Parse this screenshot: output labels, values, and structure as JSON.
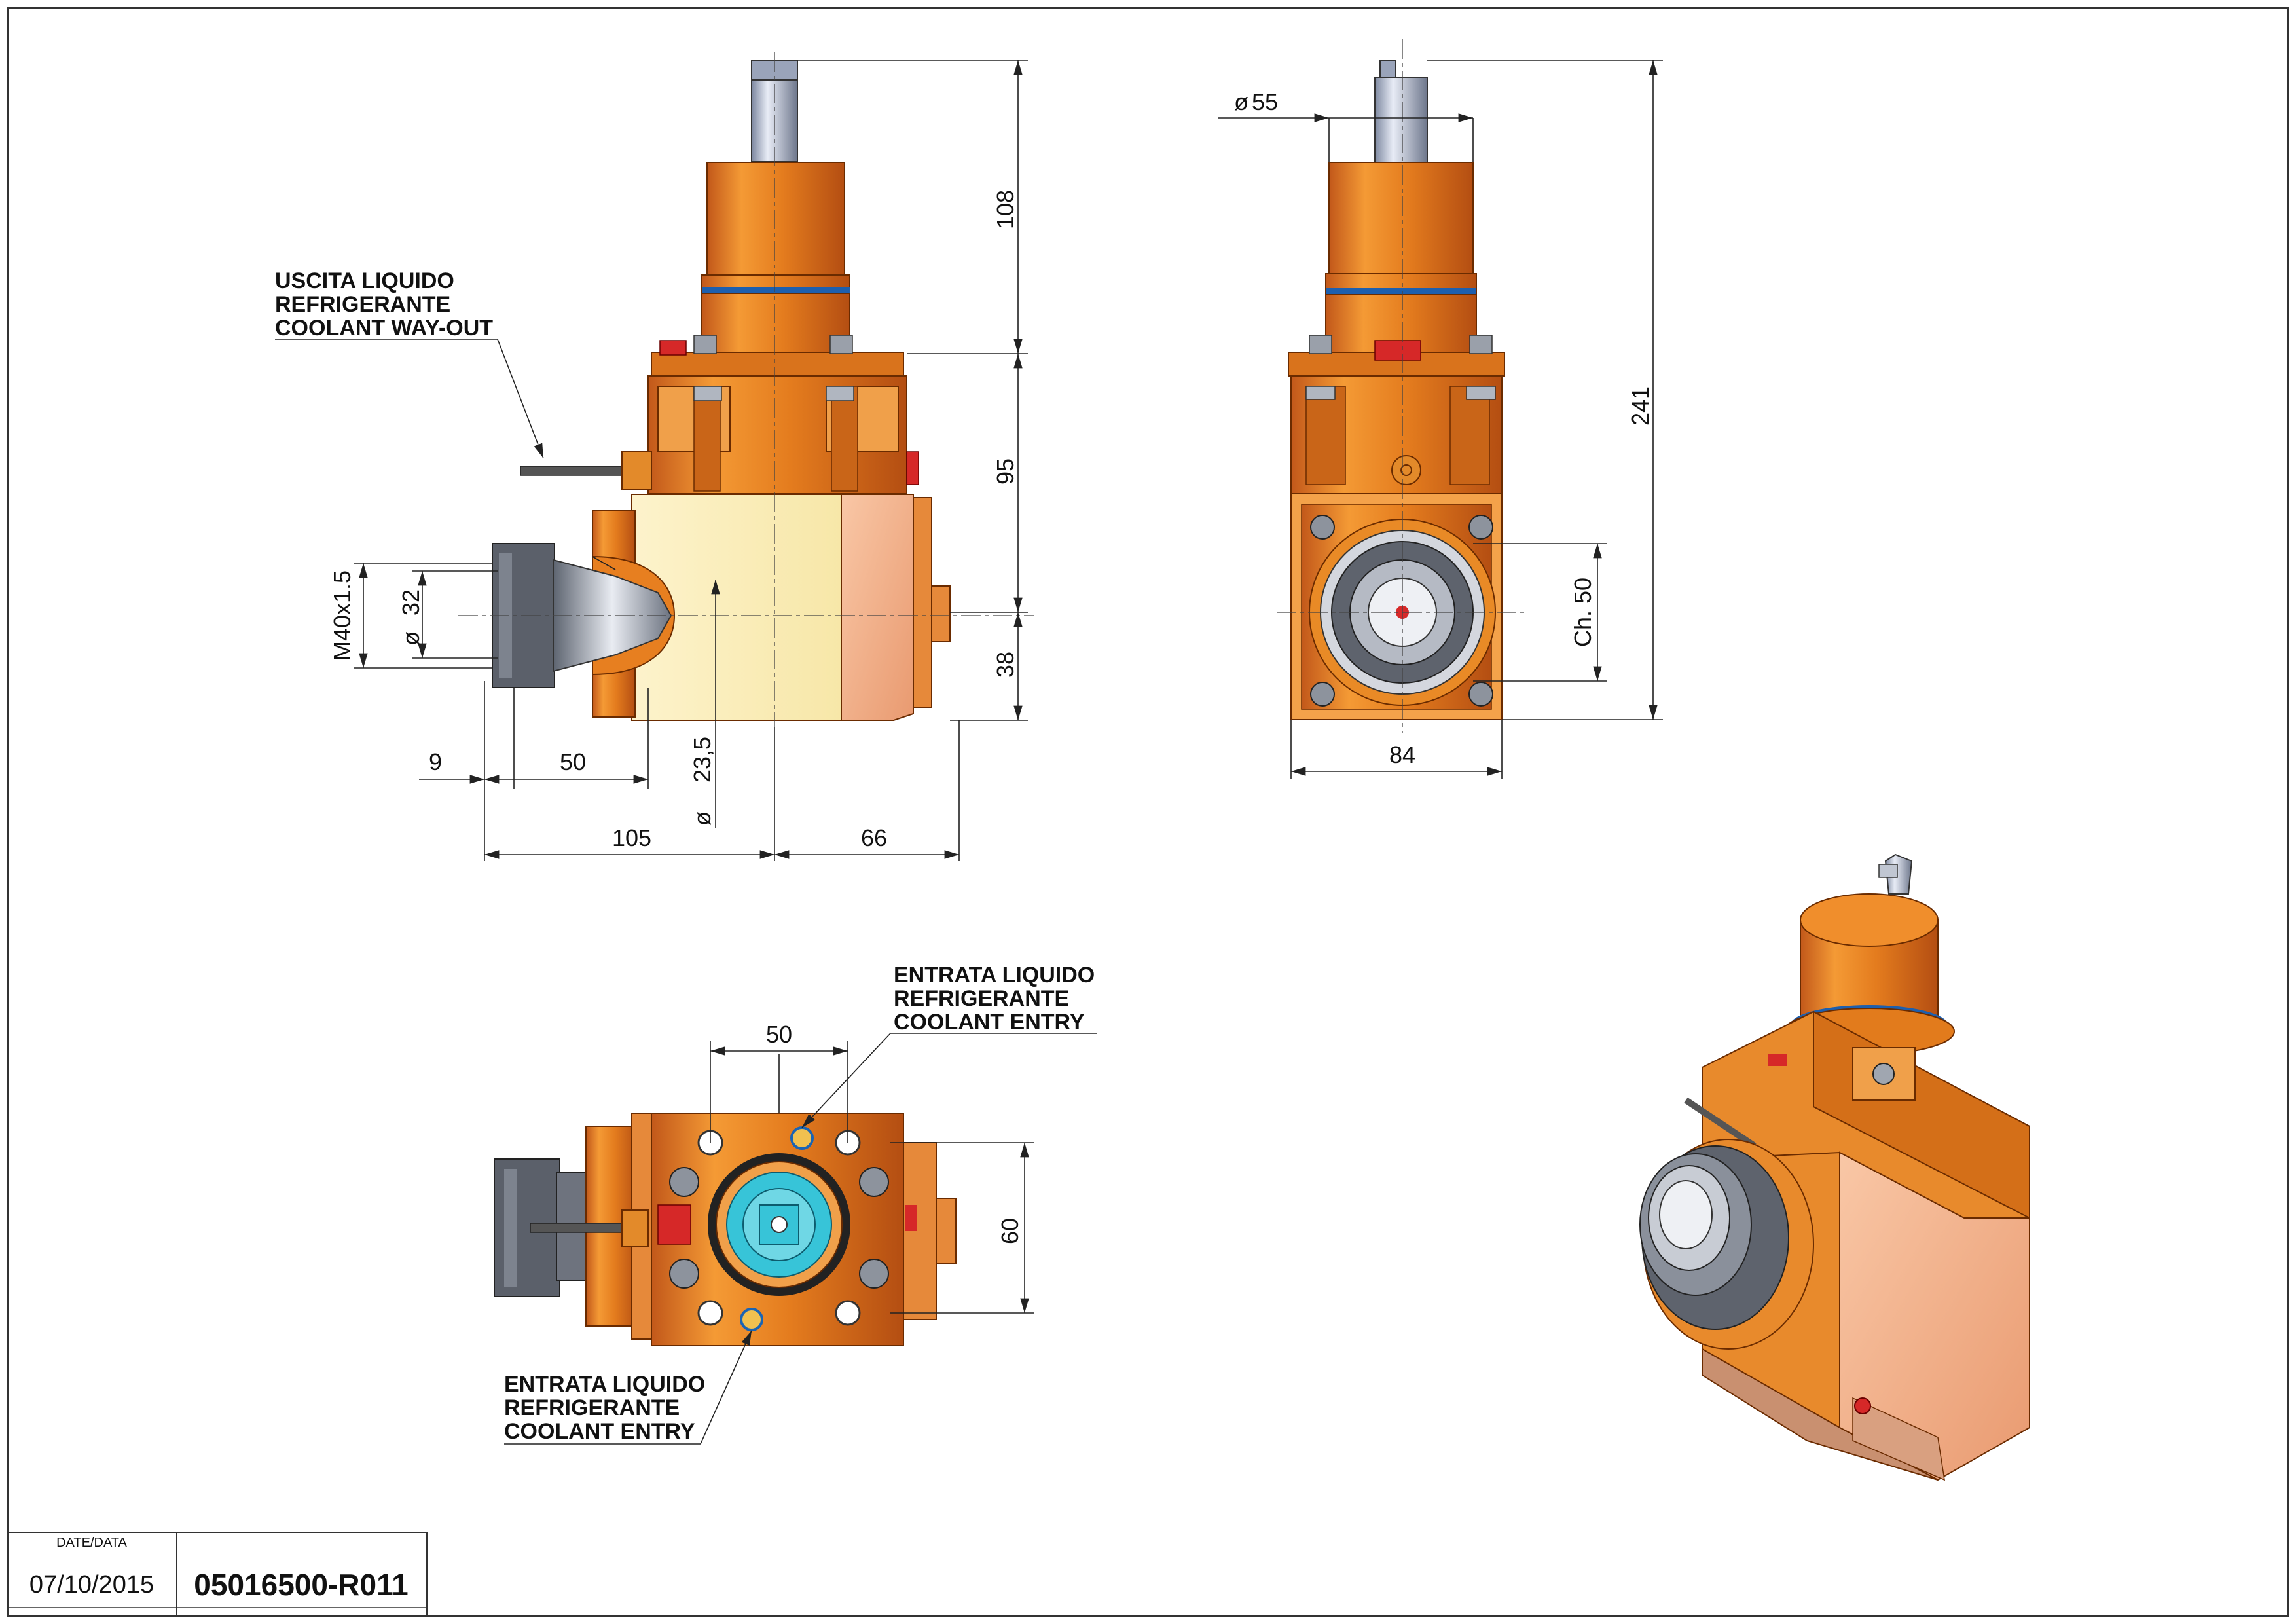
{
  "dimensions": {
    "d108": "108",
    "d95": "95",
    "d38": "38",
    "thread": "M40x1.5",
    "dia32": "32",
    "dia23": "23,5",
    "d9": "9",
    "d50_side": "50",
    "d105": "105",
    "d66": "66",
    "dia55": "55",
    "d241": "241",
    "ch50": "Ch. 50",
    "d84": "84",
    "d50_top": "50",
    "d60": "60"
  },
  "callouts": {
    "outlet": [
      "USCITA LIQUIDO",
      "REFRIGERANTE",
      "COOLANT WAY-OUT"
    ],
    "entry_top": [
      "ENTRATA LIQUIDO",
      "REFRIGERANTE",
      "COOLANT ENTRY"
    ],
    "entry_bottom": [
      "ENTRATA LIQUIDO",
      "REFRIGERANTE",
      "COOLANT ENTRY"
    ]
  },
  "title_block": {
    "date_label": "DATE/DATA",
    "date": "07/10/2015",
    "code": "05016500-R011"
  },
  "colors": {
    "body_orange": "#e8821f",
    "body_dark": "#c4641a",
    "cream": "#fbf0c4",
    "salmon": "#f6b38f",
    "steel": "#8f98a6",
    "cyan": "#37c4d8",
    "red": "#d62828",
    "blue_ring": "#1a64b4"
  },
  "icons": [
    "diameter-symbol"
  ]
}
